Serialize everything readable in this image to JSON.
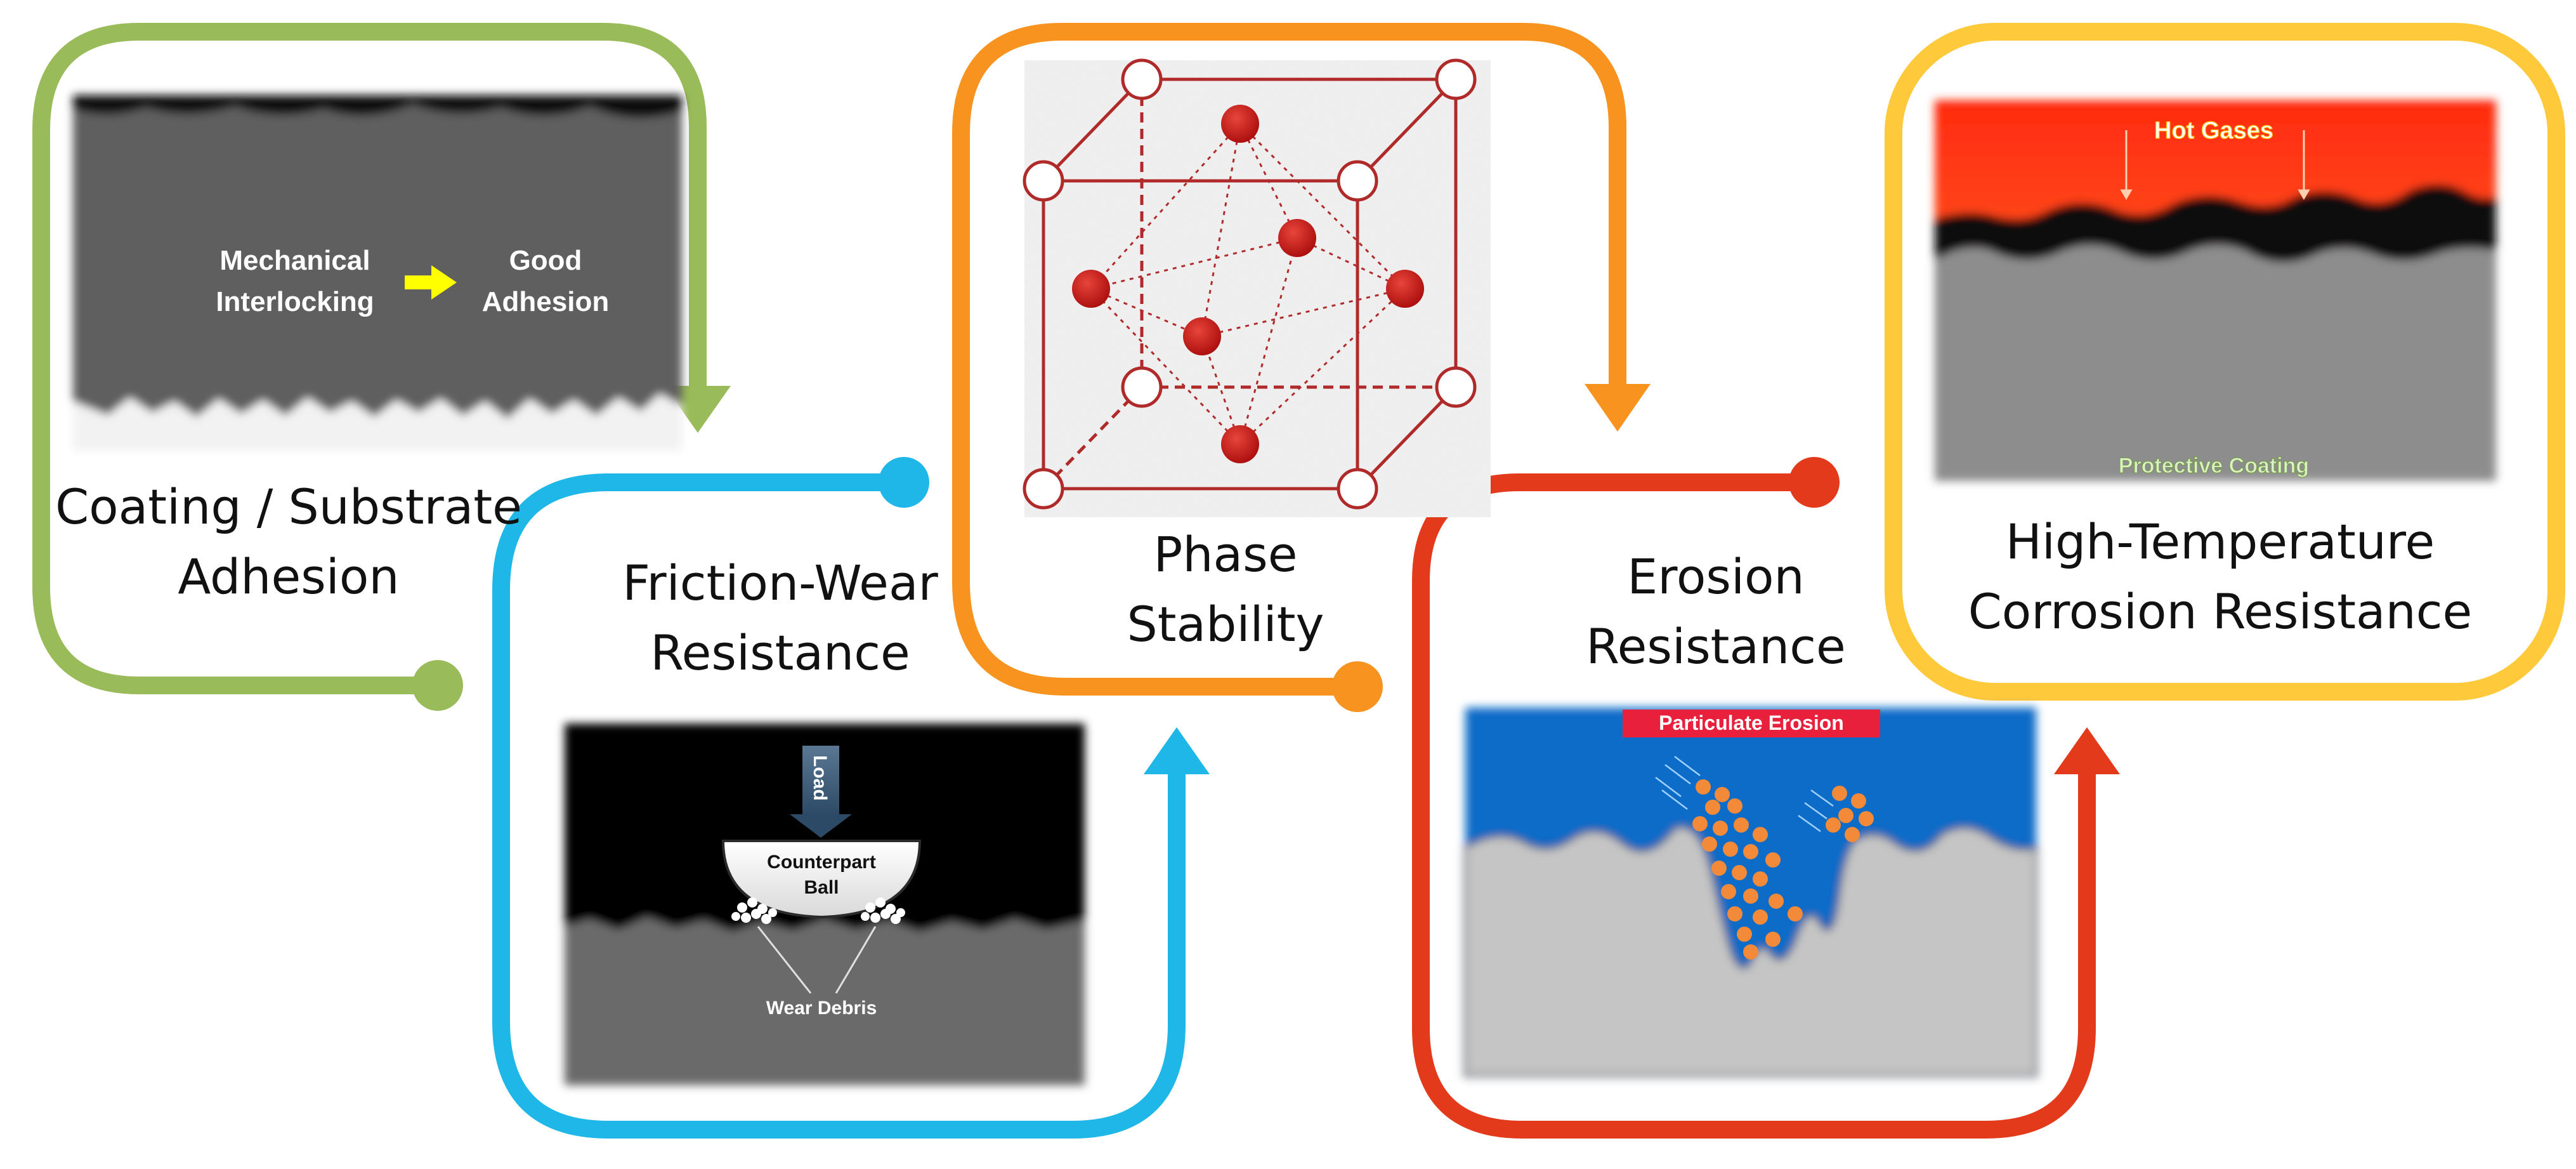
{
  "colors": {
    "green": "#9ABB59",
    "blue": "#1EB7E8",
    "orange": "#F7931E",
    "red": "#E23A1B",
    "yellow": "#FFC93C"
  },
  "panels": [
    {
      "name": "coating-substrate-adhesion",
      "title_lines": [
        "Coating / Substrate",
        "Adhesion"
      ],
      "labels": {
        "left_1": "Mechanical",
        "left_2": "Interlocking",
        "right_1": "Good",
        "right_2": "Adhesion"
      }
    },
    {
      "name": "friction-wear-resistance",
      "title_lines": [
        "Friction-Wear",
        "Resistance"
      ],
      "labels": {
        "load": "Load",
        "ball_1": "Counterpart",
        "ball_2": "Ball",
        "debris": "Wear Debris"
      }
    },
    {
      "name": "phase-stability",
      "title_lines": [
        "Phase",
        "Stability"
      ]
    },
    {
      "name": "erosion-resistance",
      "title_lines": [
        "Erosion",
        "Resistance"
      ],
      "labels": {
        "banner": "Particulate Erosion"
      }
    },
    {
      "name": "high-temperature-corrosion-resistance",
      "title_lines": [
        "High-Temperature",
        "Corrosion Resistance"
      ],
      "labels": {
        "top": "Hot Gases",
        "bottom": "Protective Coating"
      }
    }
  ]
}
